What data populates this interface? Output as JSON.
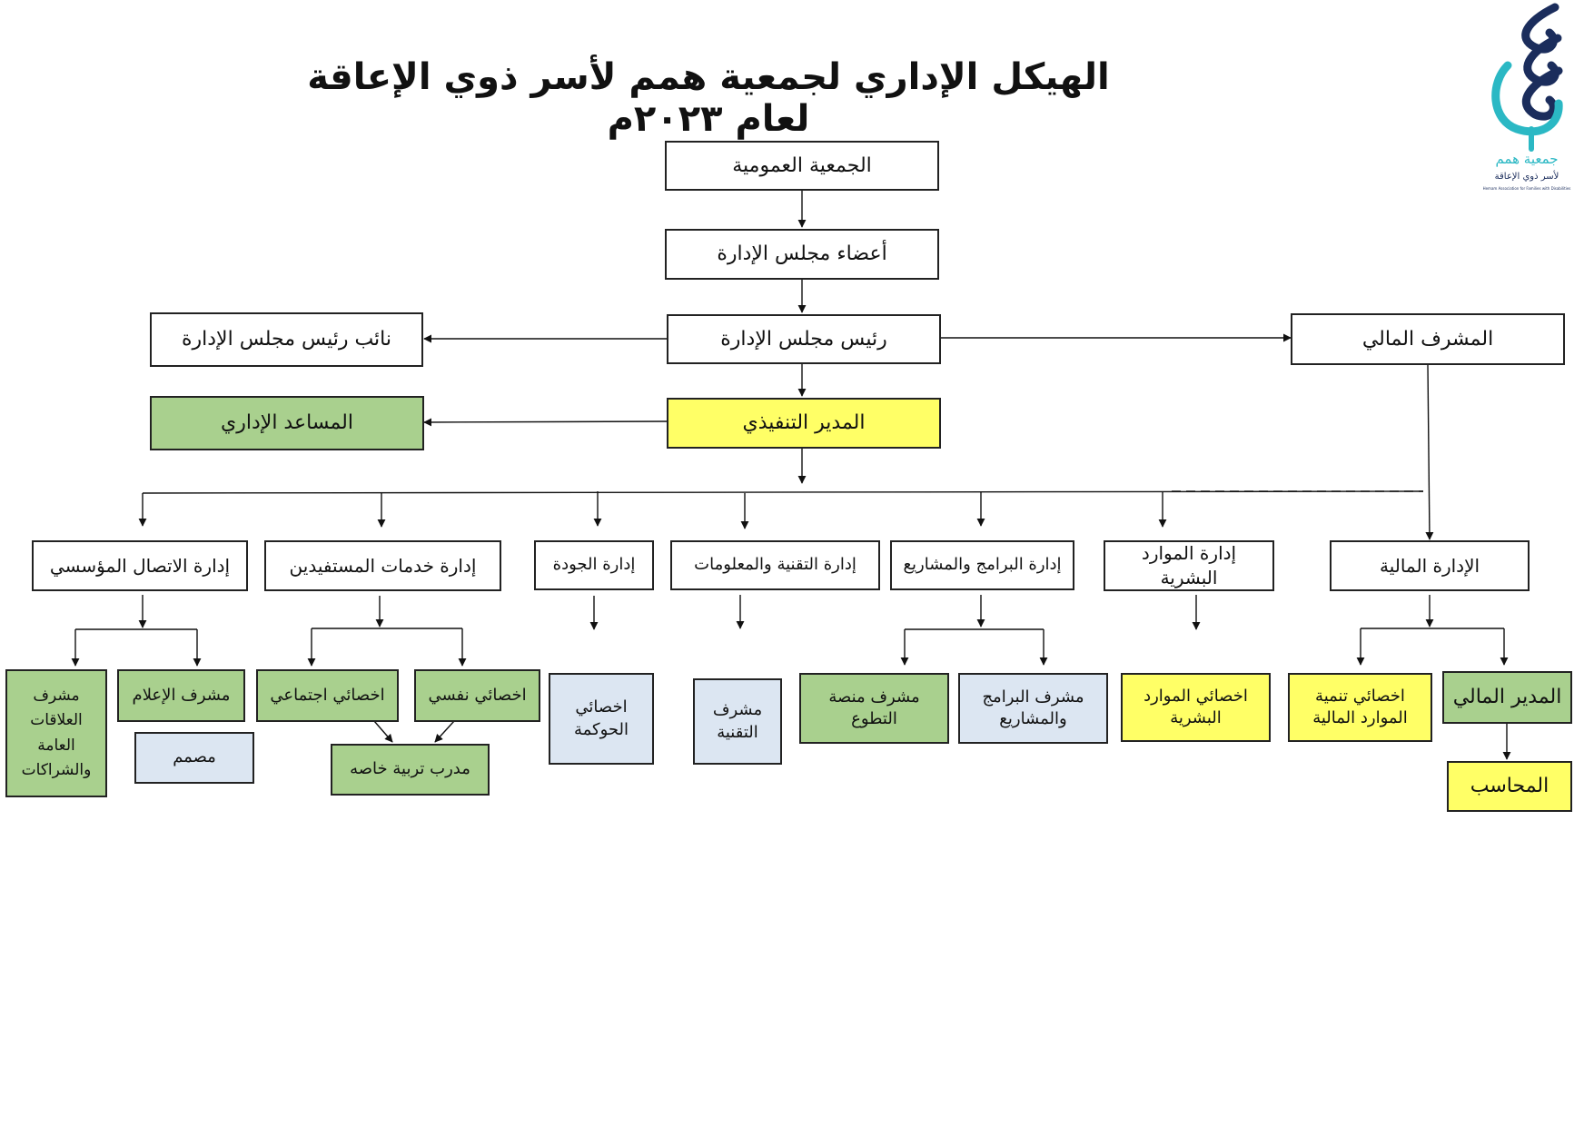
{
  "title": "الهيكل الإداري لجمعية همم لأسر ذوي الإعاقة لعام ٢٠٢٣م",
  "colors": {
    "yellow": "#ffff66",
    "green": "#a9d08e",
    "blue": "#dce6f2",
    "white": "#ffffff",
    "logo_teal": "#2bb8c4",
    "logo_navy": "#1b2d5c"
  },
  "logo": {
    "icon": "hemam-logo-icon",
    "ar_line1": "جمعية همم",
    "ar_line2": "لأسر ذوي الإعاقة",
    "en_line": "Hemam Association for Families with Disabilities"
  },
  "top": {
    "general_assembly": "الجمعية العمومية",
    "board_members": "أعضاء مجلس الإدارة",
    "board_chair": "رئيس مجلس الإدارة",
    "vice_chair": "نائب رئيس مجلس الإدارة",
    "financial_supervisor": "المشرف المالي",
    "executive_director": "المدير التنفيذي",
    "admin_assistant": "المساعد الإداري"
  },
  "departments": {
    "comms": "إدارة الاتصال المؤسسي",
    "beneficiaries": "إدارة خدمات المستفيدين",
    "quality": "إدارة الجودة",
    "tech": "إدارة التقنية والمعلومات",
    "programs": "إدارة البرامج والمشاريع",
    "hr": "إدارة الموارد البشرية",
    "finance": "الإدارة المالية"
  },
  "staff": {
    "pr_supervisor": "مشرف العلاقات العامة والشراكات",
    "media_supervisor": "مشرف الإعلام",
    "designer": "مصمم",
    "social_specialist": "اخصائي اجتماعي",
    "psych_specialist": "اخصائي نفسي",
    "special_ed_trainer": "مدرب تربية خاصه",
    "governance_specialist": "اخصائي الحوكمة",
    "tech_supervisor": "مشرف التقنية",
    "volunteer_supervisor": "مشرف منصة التطوع",
    "programs_supervisor": "مشرف البرامج والمشاريع",
    "hr_specialist": "اخصائي الموارد البشرية",
    "fin_dev_specialist": "اخصائي تنمية الموارد المالية",
    "financial_manager": "المدير المالي",
    "accountant": "المحاسب"
  }
}
